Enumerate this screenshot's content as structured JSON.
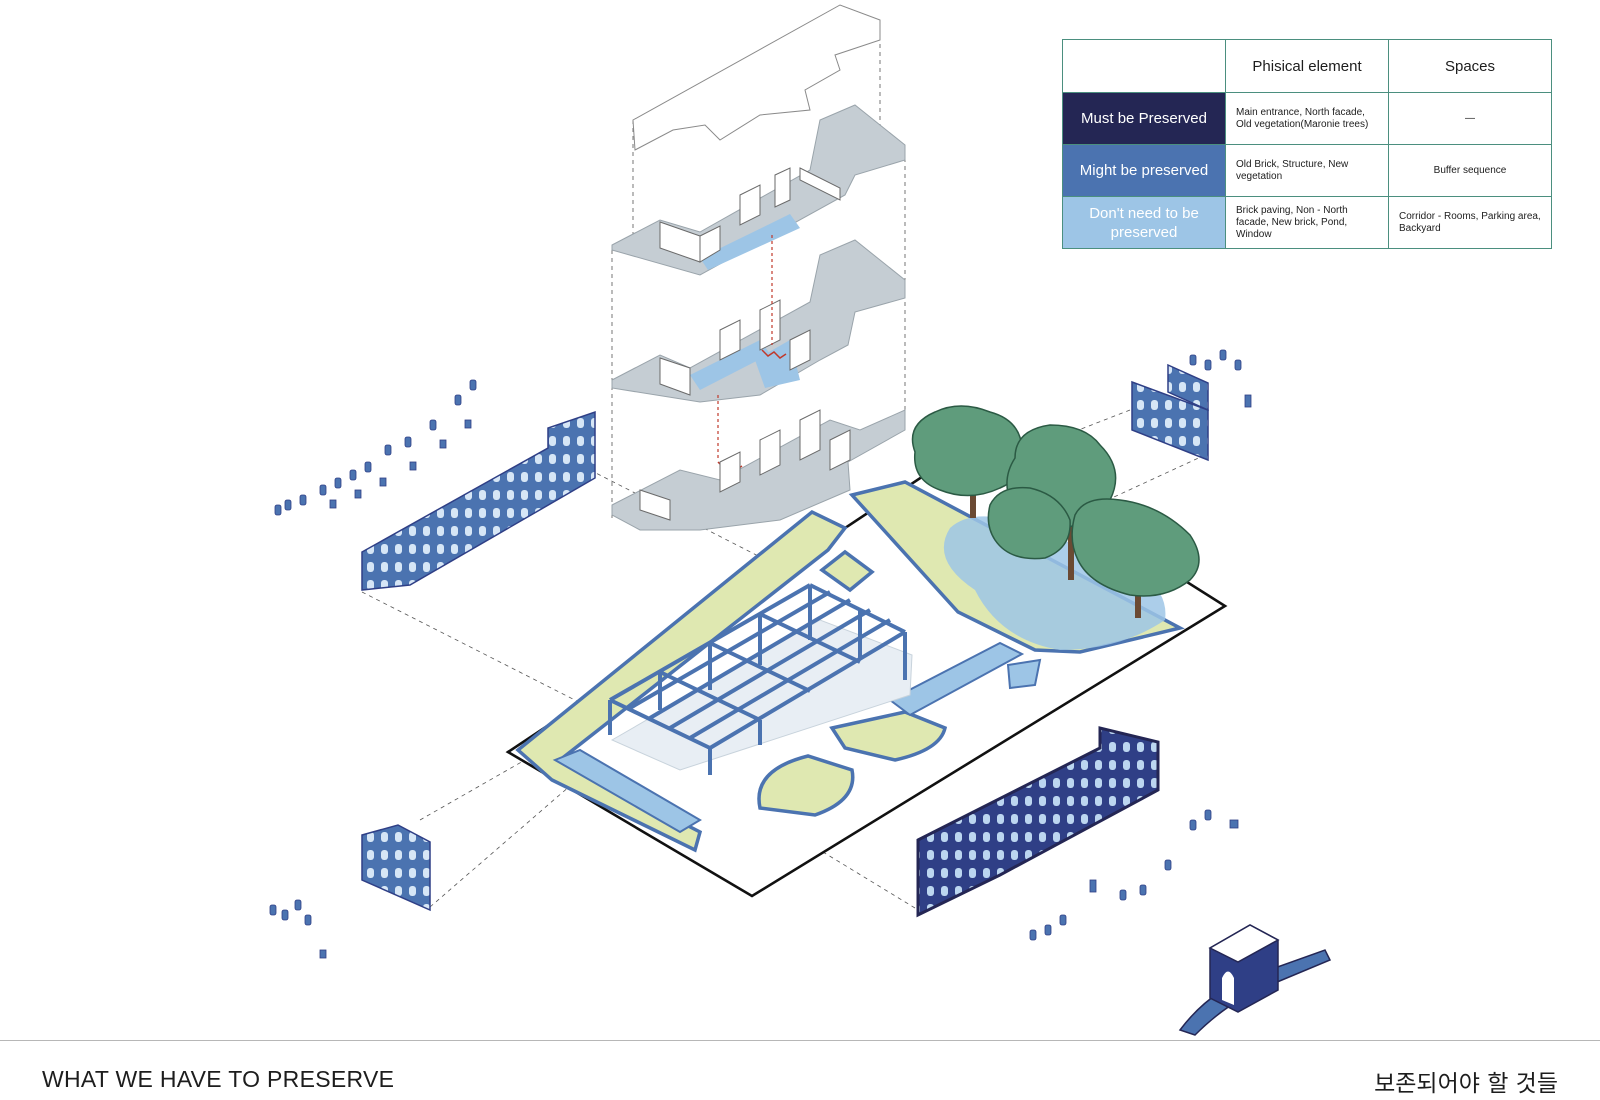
{
  "legend": {
    "headers": [
      "",
      "Phisical element",
      "Spaces"
    ],
    "rows": [
      {
        "category": "Must be Preserved",
        "physical": "Main entrance, North facade, Old vegetation(Maronie trees)",
        "spaces": "—",
        "color": "#242654"
      },
      {
        "category": "Might be preserved",
        "physical": "Old Brick, Structure,  New vegetation",
        "spaces": "Buffer sequence",
        "color": "#4b73b0"
      },
      {
        "category": "Don't need to be preserved",
        "physical": "Brick paving, Non - North facade,  New brick, Pond, Window",
        "spaces": "Corridor - Rooms, Parking area, Backyard",
        "color": "#9dc5e6"
      }
    ]
  },
  "footer": {
    "title_en": "WHAT WE HAVE TO PRESERVE",
    "title_ko": "보존되어야 할 것들"
  },
  "colors": {
    "must": "#242654",
    "might": "#4b73b0",
    "dont": "#9dc5e6",
    "lawn": "#dfe8b1",
    "floor": "#c5cdd3",
    "tree": "#5f9c7c"
  }
}
